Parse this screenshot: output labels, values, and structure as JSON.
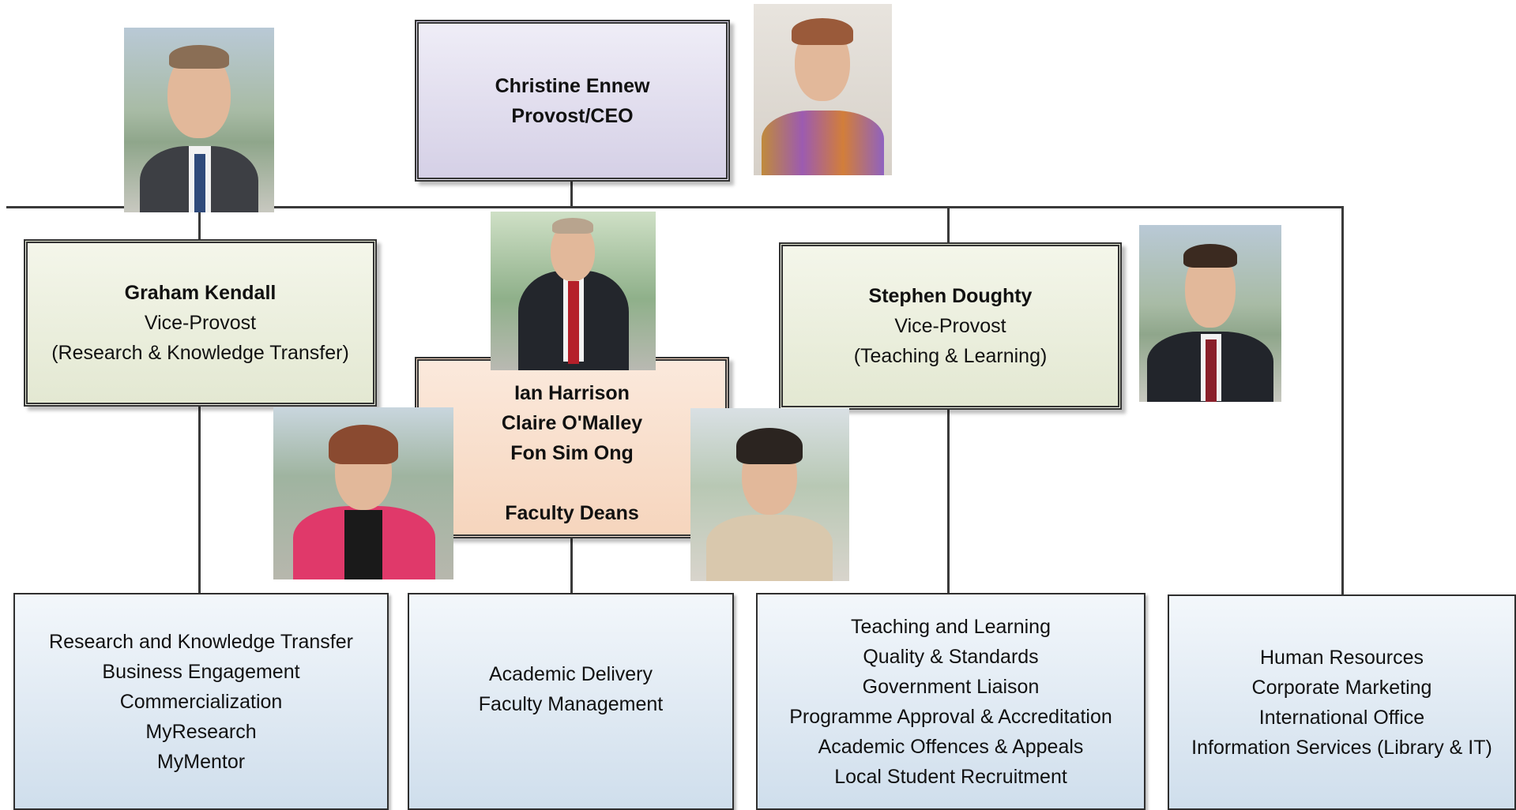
{
  "ceo": {
    "name": "Christine Ennew",
    "title": "Provost/CEO"
  },
  "vp_research": {
    "name": "Graham Kendall",
    "title": "Vice-Provost",
    "portfolio": "(Research & Knowledge Transfer)"
  },
  "vp_teaching": {
    "name": "Stephen Doughty",
    "title": "Vice-Provost",
    "portfolio": "(Teaching & Learning)"
  },
  "deans": {
    "names": [
      "Ian Harrison",
      "Claire O'Malley",
      "Fon Sim Ong"
    ],
    "title": "Faculty Deans"
  },
  "units": {
    "research": [
      "Research and Knowledge Transfer",
      "Business Engagement",
      "Commercialization",
      "MyResearch",
      "MyMentor"
    ],
    "academic": [
      "Academic Delivery",
      "Faculty Management"
    ],
    "teaching": [
      "Teaching and Learning",
      "Quality & Standards",
      "Government Liaison",
      "Programme Approval & Accreditation",
      "Academic Offences & Appeals",
      "Local Student Recruitment"
    ],
    "services": [
      "Human Resources",
      "Corporate Marketing",
      "International Office",
      "Information Services (Library & IT)"
    ]
  },
  "colors": {
    "ceo_box": "#dcd7ea",
    "vp_box": "#e8ecd9",
    "dean_box": "#f8dcc6",
    "unit_box": "#d6e3ef",
    "lines": "#3a3a3a"
  }
}
